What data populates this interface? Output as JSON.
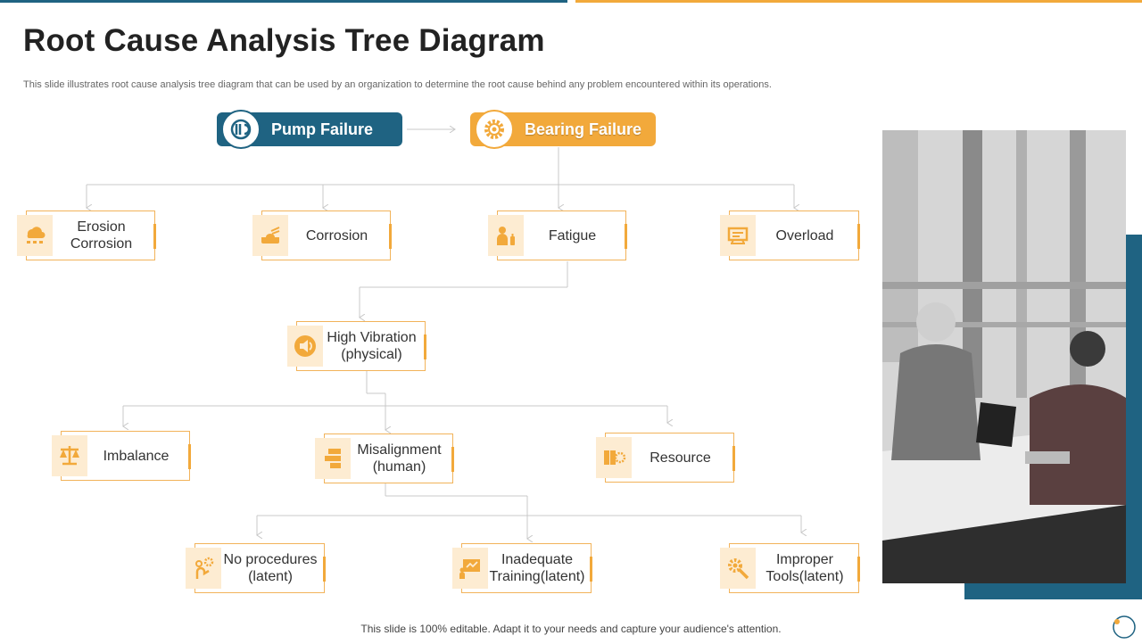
{
  "slide": {
    "title": "Root Cause Analysis Tree Diagram",
    "subtitle": "This slide illustrates root cause analysis tree diagram that can be used by  an organization to determine the root cause behind any problem encountered within its operations.",
    "footer": "This slide is 100% editable. Adapt it to your needs and capture your audience's attention."
  },
  "colors": {
    "primary": "#1f6382",
    "accent": "#f2a93b",
    "node_icon_bg": "#fdecd2"
  },
  "diagram": {
    "root": {
      "label": "Pump Failure",
      "icon": "pump-icon"
    },
    "primary": {
      "label": "Bearing Failure",
      "icon": "gear-icon"
    },
    "level1": [
      {
        "label": "Erosion\nCorrosion",
        "icon": "erosion-icon"
      },
      {
        "label": "Corrosion",
        "icon": "corrosion-icon"
      },
      {
        "label": "Fatigue",
        "icon": "fatigue-icon"
      },
      {
        "label": "Overload",
        "icon": "overload-icon"
      }
    ],
    "level2": {
      "label": "High Vibration\n(physical)",
      "icon": "speaker-icon"
    },
    "level3": [
      {
        "label": "Imbalance",
        "icon": "scale-icon"
      },
      {
        "label": "Misalignment\n(human)",
        "icon": "misalignment-icon"
      },
      {
        "label": "Resource",
        "icon": "resource-icon"
      }
    ],
    "level4": [
      {
        "label": "No procedures\n(latent)",
        "icon": "procedures-icon"
      },
      {
        "label": "Inadequate\nTraining(latent)",
        "icon": "training-icon"
      },
      {
        "label": "Improper\nTools(latent)",
        "icon": "tools-icon"
      }
    ]
  }
}
